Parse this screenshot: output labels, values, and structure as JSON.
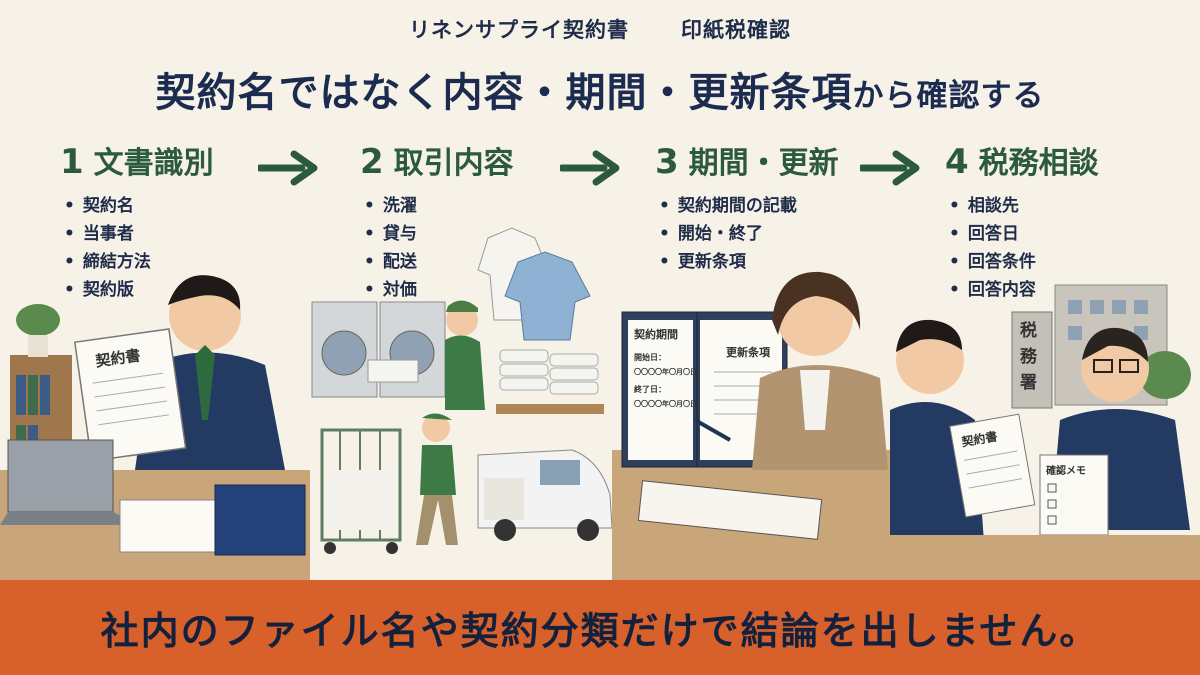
{
  "header": {
    "subtitle_left": "リネンサプライ契約書",
    "subtitle_right": "印紙税確認",
    "headline_part1": "契約名ではなく内容・期間・更新条項",
    "headline_part2": "から確認する"
  },
  "steps": [
    {
      "number": "1",
      "title": "文書識別",
      "bullets": [
        "契約名",
        "当事者",
        "締結方法",
        "契約版"
      ]
    },
    {
      "number": "2",
      "title": "取引内容",
      "bullets": [
        "洗濯",
        "貸与",
        "配送",
        "対価"
      ]
    },
    {
      "number": "3",
      "title": "期間・更新",
      "bullets": [
        "契約期間の記載",
        "開始・終了",
        "更新条項"
      ]
    },
    {
      "number": "4",
      "title": "税務相談",
      "bullets": [
        "相談先",
        "回答日",
        "回答条件",
        "回答内容"
      ]
    }
  ],
  "illustrations": {
    "contract_doc_label": "契約書",
    "binder_left_heading": "契約期間",
    "binder_start_label": "開始日：",
    "binder_end_label": "終了日：",
    "binder_date_placeholder": "〇〇〇〇年〇月〇日",
    "binder_right_heading": "更新条項",
    "tax_office_sign": "税務署",
    "memo_label": "確認メモ",
    "consult_doc_label": "契約書"
  },
  "banner": {
    "text": "社内のファイル名や契約分類だけで結論を出しません。"
  },
  "colors": {
    "background": "#f7f2e8",
    "headline": "#1c2b50",
    "step_green": "#2c5a3c",
    "banner": "#d8602a"
  },
  "icons": [
    "arrow-right-icon",
    "bullet-icon"
  ]
}
